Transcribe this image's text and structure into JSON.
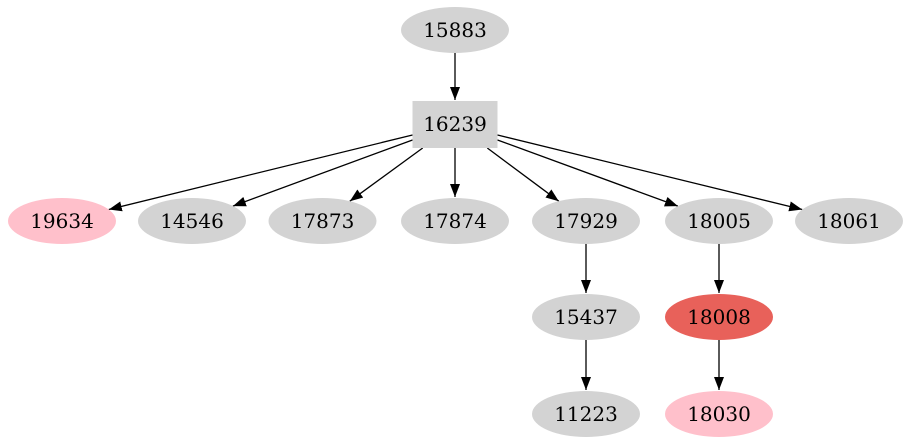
{
  "graph": {
    "background_color": "#ffffff",
    "edge_color": "#000000",
    "label_color": "#000000",
    "palette": {
      "default_fill": "#d3d3d3",
      "highlight_fill": "#e8615a",
      "soft_highlight_fill": "#ffc0cb"
    },
    "nodes": [
      {
        "id": "15883",
        "label": "15883",
        "shape": "ellipse",
        "fill": "#d3d3d3"
      },
      {
        "id": "16239",
        "label": "16239",
        "shape": "box",
        "fill": "#d3d3d3"
      },
      {
        "id": "19634",
        "label": "19634",
        "shape": "ellipse",
        "fill": "#ffc0cb"
      },
      {
        "id": "14546",
        "label": "14546",
        "shape": "ellipse",
        "fill": "#d3d3d3"
      },
      {
        "id": "17873",
        "label": "17873",
        "shape": "ellipse",
        "fill": "#d3d3d3"
      },
      {
        "id": "17874",
        "label": "17874",
        "shape": "ellipse",
        "fill": "#d3d3d3"
      },
      {
        "id": "17929",
        "label": "17929",
        "shape": "ellipse",
        "fill": "#d3d3d3"
      },
      {
        "id": "18005",
        "label": "18005",
        "shape": "ellipse",
        "fill": "#d3d3d3"
      },
      {
        "id": "18061",
        "label": "18061",
        "shape": "ellipse",
        "fill": "#d3d3d3"
      },
      {
        "id": "15437",
        "label": "15437",
        "shape": "ellipse",
        "fill": "#d3d3d3"
      },
      {
        "id": "18008",
        "label": "18008",
        "shape": "ellipse",
        "fill": "#e8615a"
      },
      {
        "id": "11223",
        "label": "11223",
        "shape": "ellipse",
        "fill": "#d3d3d3"
      },
      {
        "id": "18030",
        "label": "18030",
        "shape": "ellipse",
        "fill": "#ffc0cb"
      }
    ],
    "edges": [
      {
        "from": "15883",
        "to": "16239"
      },
      {
        "from": "16239",
        "to": "19634"
      },
      {
        "from": "16239",
        "to": "14546"
      },
      {
        "from": "16239",
        "to": "17873"
      },
      {
        "from": "16239",
        "to": "17874"
      },
      {
        "from": "16239",
        "to": "17929"
      },
      {
        "from": "16239",
        "to": "18005"
      },
      {
        "from": "16239",
        "to": "18061"
      },
      {
        "from": "17929",
        "to": "15437"
      },
      {
        "from": "18005",
        "to": "18008"
      },
      {
        "from": "15437",
        "to": "11223"
      },
      {
        "from": "18008",
        "to": "18030"
      }
    ]
  }
}
